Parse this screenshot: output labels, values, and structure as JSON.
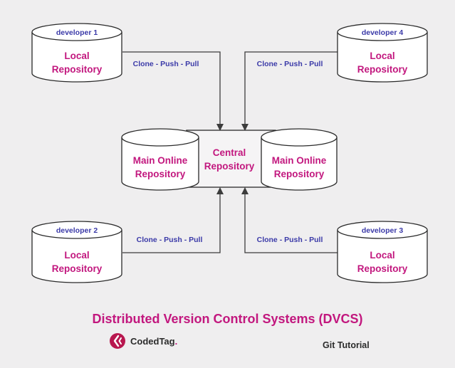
{
  "developers": [
    {
      "label": "developer 1",
      "repo_line1": "Local",
      "repo_line2": "Repository"
    },
    {
      "label": "developer 4",
      "repo_line1": "Local",
      "repo_line2": "Repository"
    },
    {
      "label": "developer 2",
      "repo_line1": "Local",
      "repo_line2": "Repository"
    },
    {
      "label": "developer 3",
      "repo_line1": "Local",
      "repo_line2": "Repository"
    }
  ],
  "edge_labels": [
    "Clone - Push - Pull",
    "Clone - Push - Pull",
    "Clone - Push - Pull",
    "Clone - Push - Pull"
  ],
  "center": {
    "left": {
      "line1": "Main Online",
      "line2": "Repository"
    },
    "middle": {
      "line1": "Central",
      "line2": "Repository"
    },
    "right": {
      "line1": "Main Online",
      "line2": "Repository"
    }
  },
  "footer": {
    "title": "Distributed Version Control Systems (DVCS)",
    "brand": "CodedTag",
    "brand_suffix": ".",
    "subtitle": "Git Tutorial"
  },
  "colors": {
    "background": "#efeeef",
    "accent": "#c2177e",
    "label_blue": "#3b3aa8",
    "stroke": "#2a2a2a"
  }
}
